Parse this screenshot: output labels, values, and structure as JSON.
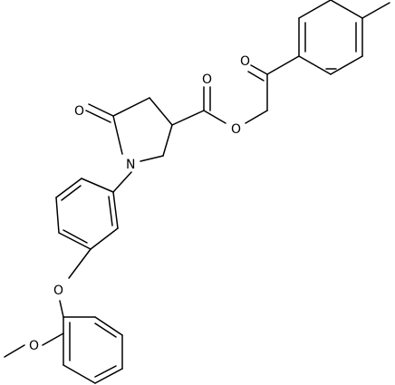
{
  "molecule": {
    "atoms": {
      "N1": "N",
      "O_ketone_ring": "O",
      "O_ester_carbonyl": "O",
      "O_ester_ether": "O",
      "O_ketone_side": "O",
      "O_aryl_ether": "O",
      "O_methoxy": "O"
    }
  }
}
